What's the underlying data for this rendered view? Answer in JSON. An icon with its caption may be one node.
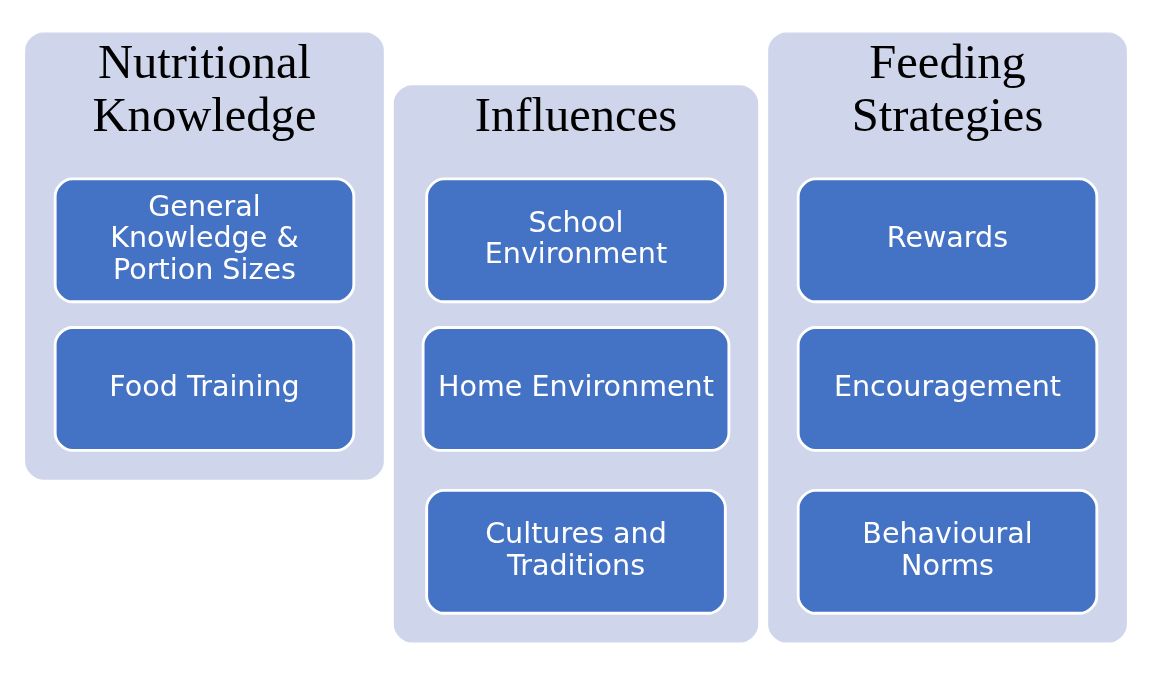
{
  "diagram": {
    "nodes": [
      {
        "text": [
          "Nutritional Knowledge"
        ]
      },
      {
        "text": [
          "General Knowledge & Portion Sizes"
        ],
        "in": 0
      },
      {
        "text": [
          "Food Training"
        ],
        "in": 0
      },
      {
        "text": [
          "Influences"
        ]
      },
      {
        "text": [
          "School Environment"
        ],
        "in": 3
      },
      {
        "text": [
          "Home Environment"
        ],
        "in": 3
      },
      {
        "text": [
          "Cultures and Traditions"
        ],
        "in": 3
      },
      {
        "text": [
          "Feeding Strategies"
        ]
      },
      {
        "text": [
          "Rewards"
        ],
        "in": 7
      },
      {
        "text": [
          "Encouragement"
        ],
        "in": 7
      },
      {
        "text": [
          "Behavioural Norms"
        ],
        "in": 7
      }
    ],
    "edges": []
  }
}
